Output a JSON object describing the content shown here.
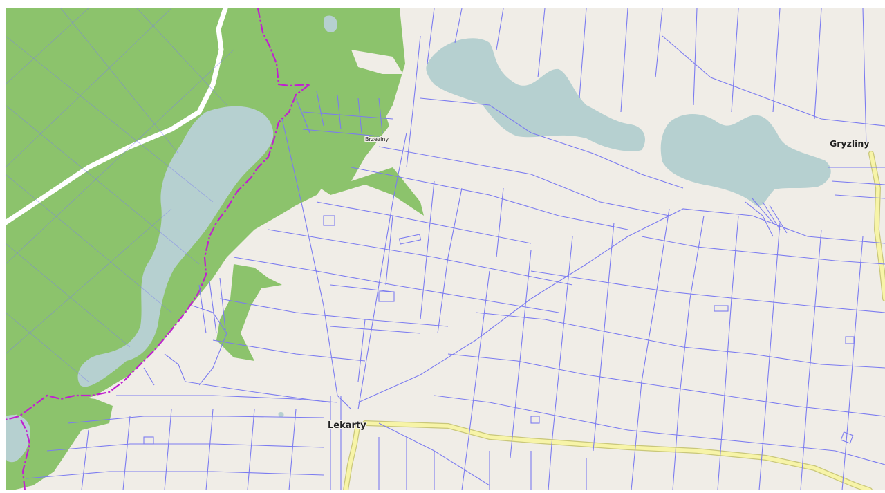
{
  "map": {
    "colors": {
      "land": "#f0ede7",
      "forest": "#8cc36c",
      "water": "#b6d0d0",
      "parcel_line": "#7b7bf0",
      "boundary": "#c020d0",
      "highway_fill": "#f7f4a8",
      "highway_casing": "#c9c77a",
      "track_white": "#ffffff"
    },
    "labels": {
      "lekarty": "Lekarty",
      "gryzliny": "Gryzliny",
      "brzeziny": "Brzeziny"
    }
  }
}
